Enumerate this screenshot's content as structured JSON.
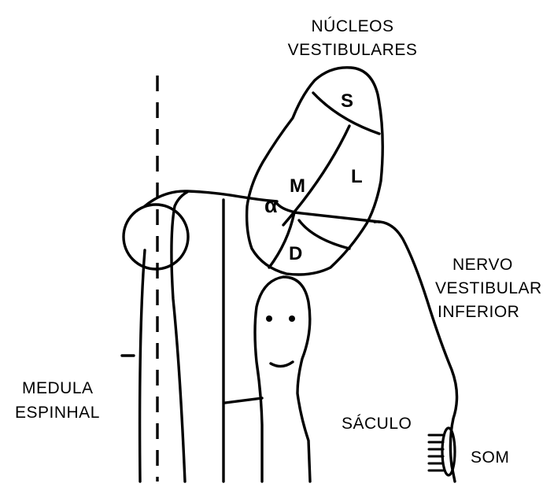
{
  "labels": {
    "nuclei_line1": "NÚCLEOS",
    "nuclei_line2": "VESTIBULARES",
    "nerve_line1": "NERVO",
    "nerve_line2": "VESTIBULAR",
    "nerve_line3": "INFERIOR",
    "spinal_line1": "MEDULA",
    "spinal_line2": "ESPINHAL",
    "saccule": "SÁCULO",
    "sound": "SOM"
  },
  "regions": {
    "superior": "S",
    "lateral": "L",
    "medial": "M",
    "descending": "D",
    "alpha": "α"
  },
  "icons": [
    "head-figure-icon",
    "hair-cells-icon"
  ]
}
